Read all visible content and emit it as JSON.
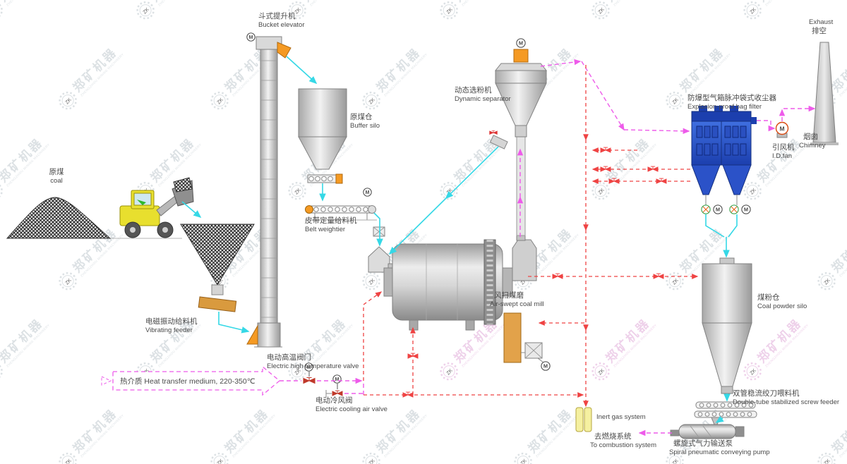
{
  "watermark": {
    "logo_text": "ZK",
    "text": "郑矿机器",
    "subtext": "ZHENGZHOU MINING MACHINERY"
  },
  "icons": {
    "motor_label": "M"
  },
  "labels": {
    "coal": {
      "zh": "原煤",
      "en": "coal"
    },
    "vibrating_feeder": {
      "zh": "电磁振动给料机",
      "en": "Vibrating feeder"
    },
    "bucket_elevator": {
      "zh": "斗式提升机",
      "en": "Bucket elevator"
    },
    "buffer_silo": {
      "zh": "原煤仓",
      "en": "Buffer silo"
    },
    "belt_weightier": {
      "zh": "皮带定量给料机",
      "en": "Belt weightier"
    },
    "electric_ht_valve": {
      "zh": "电动高温阀门",
      "en": "Electric high temperature valve"
    },
    "electric_cooling_valve": {
      "zh": "电动冷风阀",
      "en": "Electric cooling air valve"
    },
    "heat_medium": {
      "text": "热介质 Heat transfer medium,  220-350℃"
    },
    "dynamic_separator": {
      "zh": "动态选粉机",
      "en": "Dynamic separator"
    },
    "coal_mill": {
      "zh": "风扫煤磨",
      "en": "Air-swept coal mill"
    },
    "bag_filter": {
      "zh": "防爆型气箱脉冲袋式收尘器",
      "en": "Explosion-proof bag filter"
    },
    "id_fan": {
      "zh": "引风机",
      "en": "I.D.fan"
    },
    "chimney": {
      "zh": "烟囱",
      "en": "Chimney"
    },
    "exhaust": {
      "en": "Exhaust",
      "zh": "排空"
    },
    "coal_powder_silo": {
      "zh": "煤粉仓",
      "en": "Coal powder silo"
    },
    "screw_feeder": {
      "zh": "双管稳流绞刀喂料机",
      "en": "Double-tube stabilized screw feeder"
    },
    "conveying_pump": {
      "zh": "螺旋式气力输送泵",
      "en": "Spiral pneumatic conveying pump"
    },
    "to_combustion": {
      "zh": "去燃烧系统",
      "en": "To combustion system"
    },
    "inert_gas": {
      "en": "Inert gas system"
    }
  },
  "colors": {
    "material_flow": "#35d8e6",
    "gas_flow": "#ee5bea",
    "hot_gas": "#ef4343",
    "bag_filter_blue": "#2b52c8",
    "equipment_orange": "#f59a23",
    "loader_yellow": "#e8df2e"
  }
}
